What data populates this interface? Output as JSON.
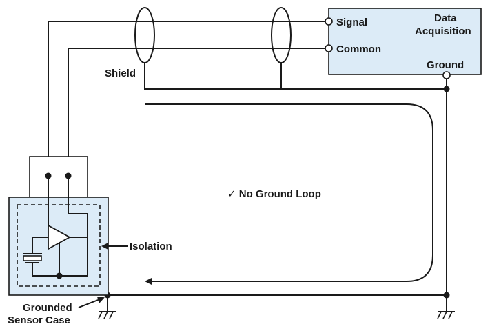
{
  "daq": {
    "title_line1": "Data",
    "title_line2": "Acquisition",
    "signal_label": "Signal",
    "common_label": "Common",
    "ground_label": "Ground"
  },
  "labels": {
    "shield": "Shield",
    "status": "✓ No Ground Loop",
    "isolation": "Isolation",
    "sensor_line1": "Grounded",
    "sensor_line2": "Sensor Case"
  },
  "colors": {
    "box_fill": "#dcebf7",
    "line": "#1a1a1a"
  },
  "icons": [
    "ground-symbol-icon",
    "arrow-icon",
    "amplifier-icon",
    "battery-icon",
    "terminal-icon"
  ]
}
